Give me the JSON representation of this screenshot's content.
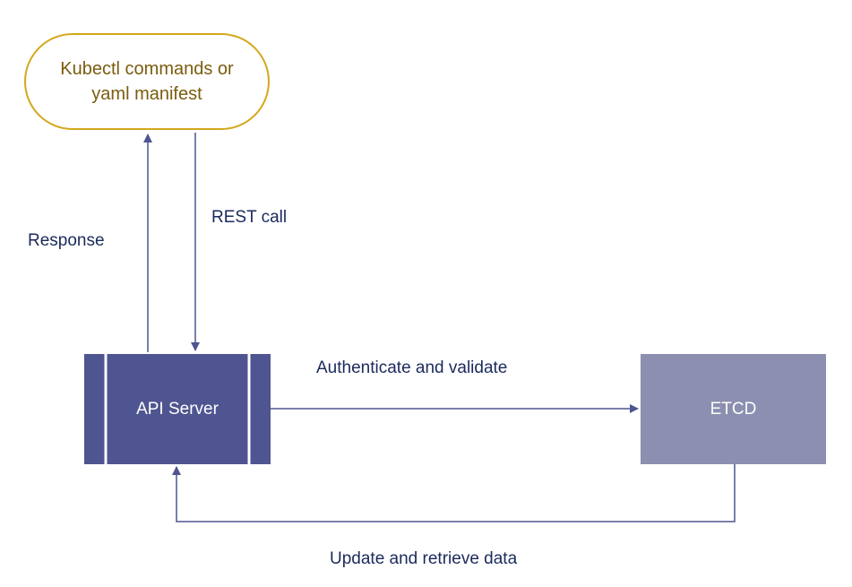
{
  "diagram": {
    "nodes": {
      "client": {
        "text": "Kubectl commands or\nyaml manifest"
      },
      "api_server": {
        "text": "API Server"
      },
      "etcd": {
        "text": "ETCD"
      }
    },
    "edges": {
      "rest_call": {
        "label": "REST call"
      },
      "response": {
        "label": "Response"
      },
      "authenticate": {
        "label": "Authenticate and validate"
      },
      "update": {
        "label": "Update and retrieve data"
      }
    }
  },
  "colors": {
    "client_border": "#d4a81c",
    "client_text": "#7a5c0e",
    "api_fill": "#4f5590",
    "api_text": "#ffffff",
    "etcd_fill": "#8c8fb0",
    "etcd_text": "#ffffff",
    "arrow": "#4f5590",
    "label_text": "#1b2a5c"
  }
}
